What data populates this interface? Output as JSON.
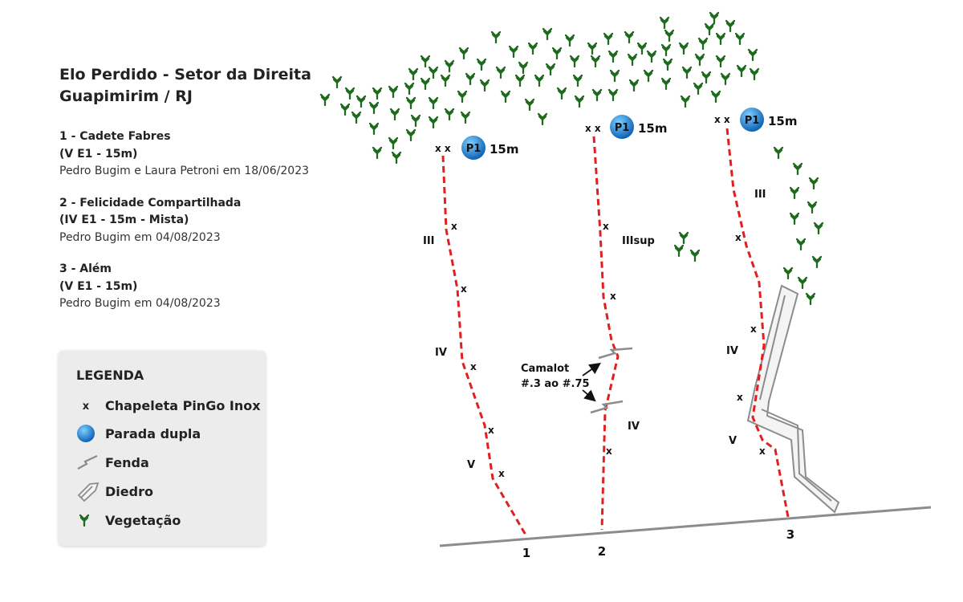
{
  "header": {
    "title_line1": "Elo Perdido - Setor da Direita",
    "title_line2": "Guapimirim / RJ"
  },
  "routes": [
    {
      "line1": "1 - Cadete Fabres",
      "line2": "(V E1 - 15m)",
      "authors": "Pedro Bugim e Laura Petroni em 18/06/2023"
    },
    {
      "line1": "2 - Felicidade Compartilhada",
      "line2": "(IV E1 - 15m - Mista)",
      "authors": "Pedro Bugim em 04/08/2023"
    },
    {
      "line1": "3 - Além",
      "line2": "(V E1 - 15m)",
      "authors": "Pedro Bugim em 04/08/2023"
    }
  ],
  "legend": {
    "title": "LEGENDA",
    "items": [
      {
        "symbol": "bolt-icon",
        "label": "Chapeleta PinGo Inox"
      },
      {
        "symbol": "anchor-icon",
        "label": "Parada dupla"
      },
      {
        "symbol": "crack-icon",
        "label": "Fenda"
      },
      {
        "symbol": "dihedral-icon",
        "label": "Diedro"
      },
      {
        "symbol": "vegetation-icon",
        "label": "Vegetação"
      }
    ]
  },
  "topo": {
    "bolt_mark": "x",
    "anchor_mark": "x x",
    "anchor_label": "P1",
    "anchor_height": "15m",
    "route_numbers": [
      "1",
      "2",
      "3"
    ],
    "grades_route1": [
      "III",
      "IV",
      "V"
    ],
    "grades_route2": [
      "IIIsup",
      "IV"
    ],
    "grades_route3": [
      "III",
      "IV",
      "V"
    ],
    "camalot_line1": "Camalot",
    "camalot_line2": "#.3 ao #.75"
  },
  "colors": {
    "route_line": "#e02020",
    "ground_line": "#8c8c8c",
    "vegetation": "#1e6b1e",
    "anchor": "#1a7fd6",
    "legend_bg": "#ececec"
  }
}
